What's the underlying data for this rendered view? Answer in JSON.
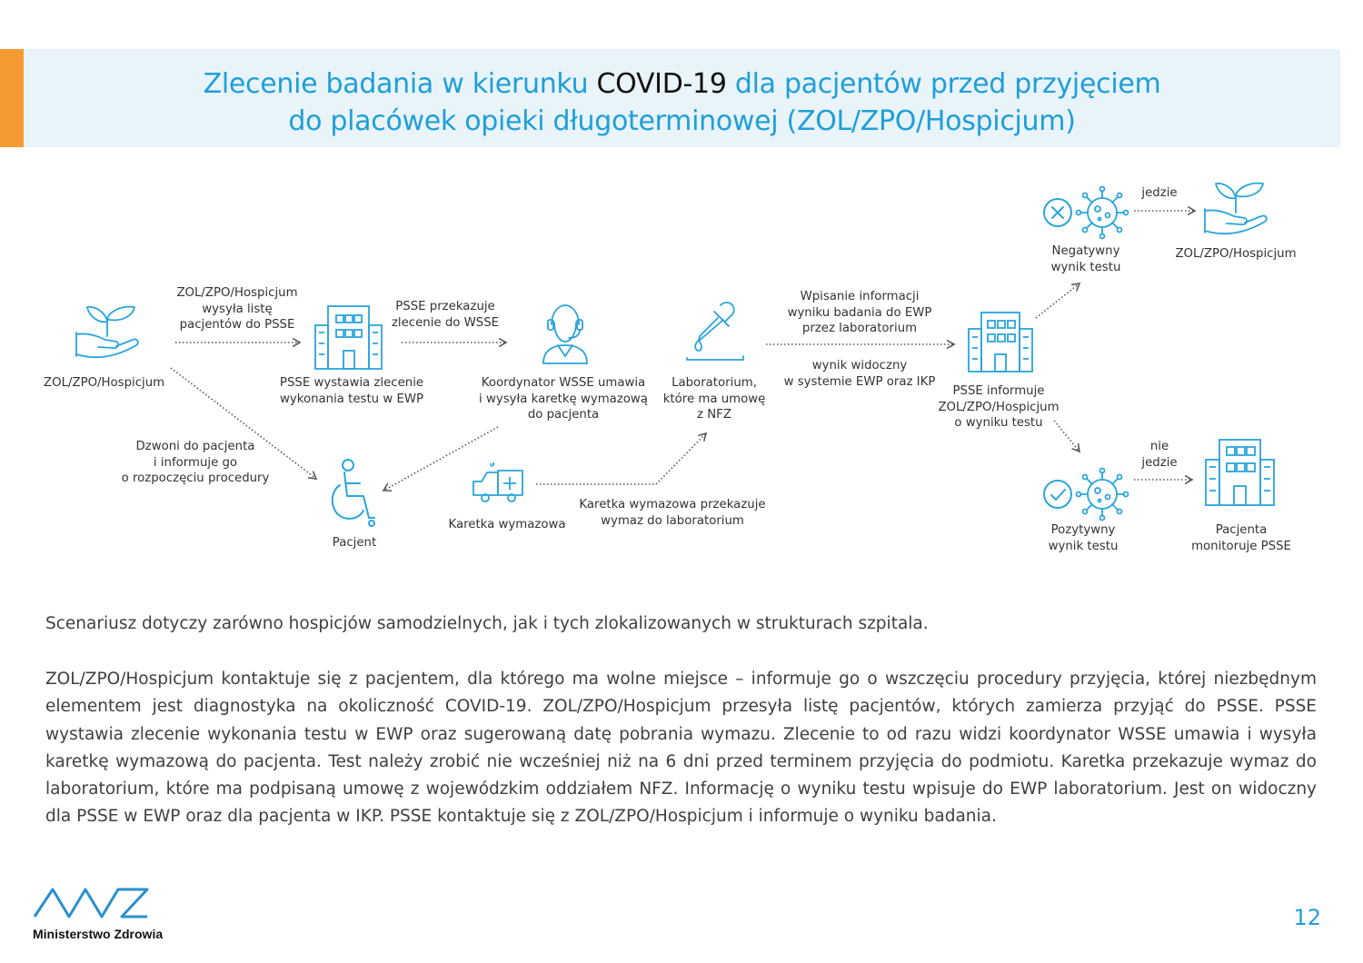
{
  "header": {
    "title_part1": "Zlecenie badania w kierunku ",
    "title_highlight": "COVID-19",
    "title_part2": " dla pacjentów przed przyjęciem",
    "title_line2": "do placówek opieki długoterminowej (ZOL/ZPO/Hospicjum)"
  },
  "diagram": {
    "nodes": {
      "zol_start": "ZOL/ZPO/Hospicjum",
      "psse_order": "PSSE wystawia zlecenie\nwykonania testu w EWP",
      "coordinator": "Koordynator WSSE umawia\ni wysyła karetkę wymazową\ndo pacjenta",
      "laboratory": "Laboratorium,\nktóre ma umowę\nz NFZ",
      "patient": "Pacjent",
      "ambulance": "Karetka wymazowa",
      "psse_inform": "PSSE informuje\nZOL/ZPO/Hospicjum\no wyniku testu",
      "negative": "Negatywny\nwynik testu",
      "zol_end": "ZOL/ZPO/Hospicjum",
      "positive": "Pozytywny\nwynik testu",
      "monitor": "Pacjenta\nmonitoruje PSSE"
    },
    "edges": {
      "zol_to_psse": "ZOL/ZPO/Hospicjum\nwysyła listę\npacjentów do PSSE",
      "psse_to_wsse": "PSSE przekazuje\nzlecenie do WSSE",
      "zol_to_patient": "Dzwoni do pacjenta\ni informuje go\no rozpoczęciu procedury",
      "ambulance_to_lab": "Karetka wymazowa przekazuje\nwymaz do laboratorium",
      "lab_to_psse": "Wpisanie informacji\nwyniku badania do EWP\nprzez laboratorium",
      "lab_to_psse_below": "wynik widoczny\nw systemie EWP oraz IKP",
      "goes": "jedzie",
      "not_goes": "nie\njedzie"
    }
  },
  "body": {
    "paragraph1": "Scenariusz dotyczy zarówno hospicjów samodzielnych, jak i tych  zlokalizowanych w strukturach szpitala.",
    "paragraph2": "ZOL/ZPO/Hospicjum kontaktuje się z pacjentem, dla którego ma wolne miejsce – informuje go o wszczęciu procedury przyjęcia, której niezbędnym elementem jest diagnostyka na okoliczność COVID-19. ZOL/ZPO/Hospicjum przesyła listę pacjentów, których zamierza przyjąć do PSSE. PSSE wystawia zlecenie wykonania testu w EWP oraz sugerowaną datę pobrania wymazu. Zlecenie to od razu widzi koordynator WSSE umawia i wysyła karetkę wymazową do pacjenta. Test należy zrobić nie wcześniej niż na 6 dni przed terminem przyjęcia do podmiotu. Karetka przekazuje wymaz do laboratorium, które ma podpisaną umowę z wojewódzkim oddziałem NFZ. Informację o wyniku testu wpisuje do EWP laboratorium. Jest on widoczny dla PSSE w EWP oraz dla pacjenta w IKP. PSSE kontaktuje się z ZOL/ZPO/Hospicjum i informuje o wyniku badania."
  },
  "footer": {
    "logo_text": "Ministerstwo Zdrowia",
    "page_number": "12"
  },
  "colors": {
    "accent_orange": "#f59a32",
    "title_blue": "#1f9fd8",
    "band_bg": "#e8f3fa",
    "icon_blue": "#2aa4dc"
  }
}
